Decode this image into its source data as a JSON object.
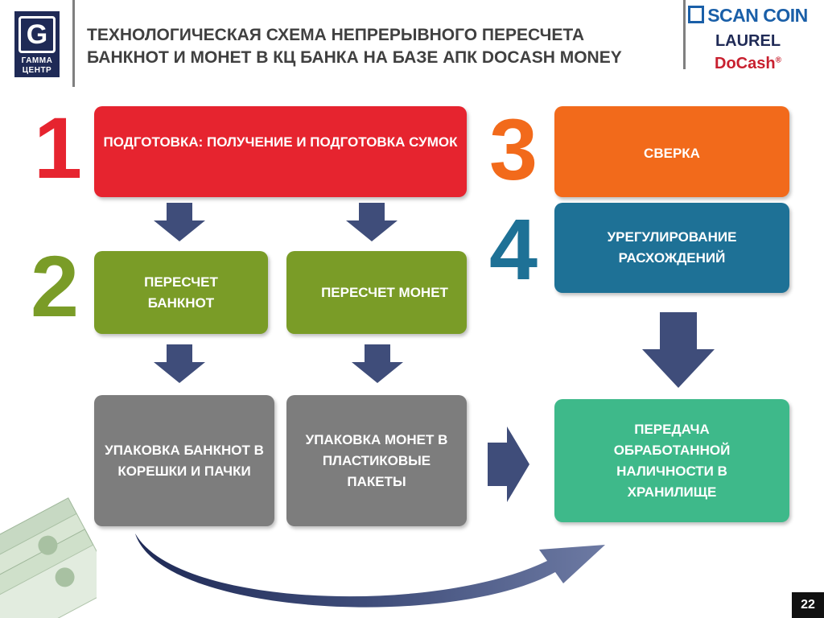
{
  "header": {
    "title_line1": "ТЕХНОЛОГИЧЕСКАЯ СХЕМА НЕПРЕРЫВНОГО ПЕРЕСЧЕТА",
    "title_line2": "БАНКНОТ И МОНЕТ В КЦ БАНКА НА БАЗЕ АПК DOCASH MONEY",
    "logo_letter": "G",
    "logo_line1": "ГАММА",
    "logo_line2": "ЦЕНТР",
    "brand_scancoin": "SCAN COIN",
    "brand_laurel": "LAUREL",
    "brand_docash": "DoCash",
    "brand_docash_reg": "®"
  },
  "steps": {
    "n1": "1",
    "n2": "2",
    "n3": "3",
    "n4": "4"
  },
  "boxes": {
    "prepare": "ПОДГОТОВКА: ПОЛУЧЕНИЕ И ПОДГОТОВКА СУМОК",
    "count_notes": "ПЕРЕСЧЕТ БАНКНОТ",
    "count_coins": "ПЕРЕСЧЕТ МОНЕТ",
    "pack_notes": "УПАКОВКА БАНКНОТ В КОРЕШКИ И ПАЧКИ",
    "pack_coins": "УПАКОВКА МОНЕТ В ПЛАСТИКОВЫЕ ПАКЕТЫ",
    "reconcile": "СВЕРКА",
    "resolve": "УРЕГУЛИРОВАНИЕ РАСХОЖДЕНИЙ",
    "transfer": "ПЕРЕДАЧА ОБРАБОТАННОЙ НАЛИЧНОСТИ В ХРАНИЛИЩЕ"
  },
  "colors": {
    "red": "#e6242f",
    "green": "#7a9c27",
    "gray": "#7d7d7d",
    "orange": "#f26a1b",
    "blue": "#1e7196",
    "teal": "#3eb98a",
    "arrow": "#3f4d7a"
  },
  "footer": {
    "page_number": "22"
  }
}
